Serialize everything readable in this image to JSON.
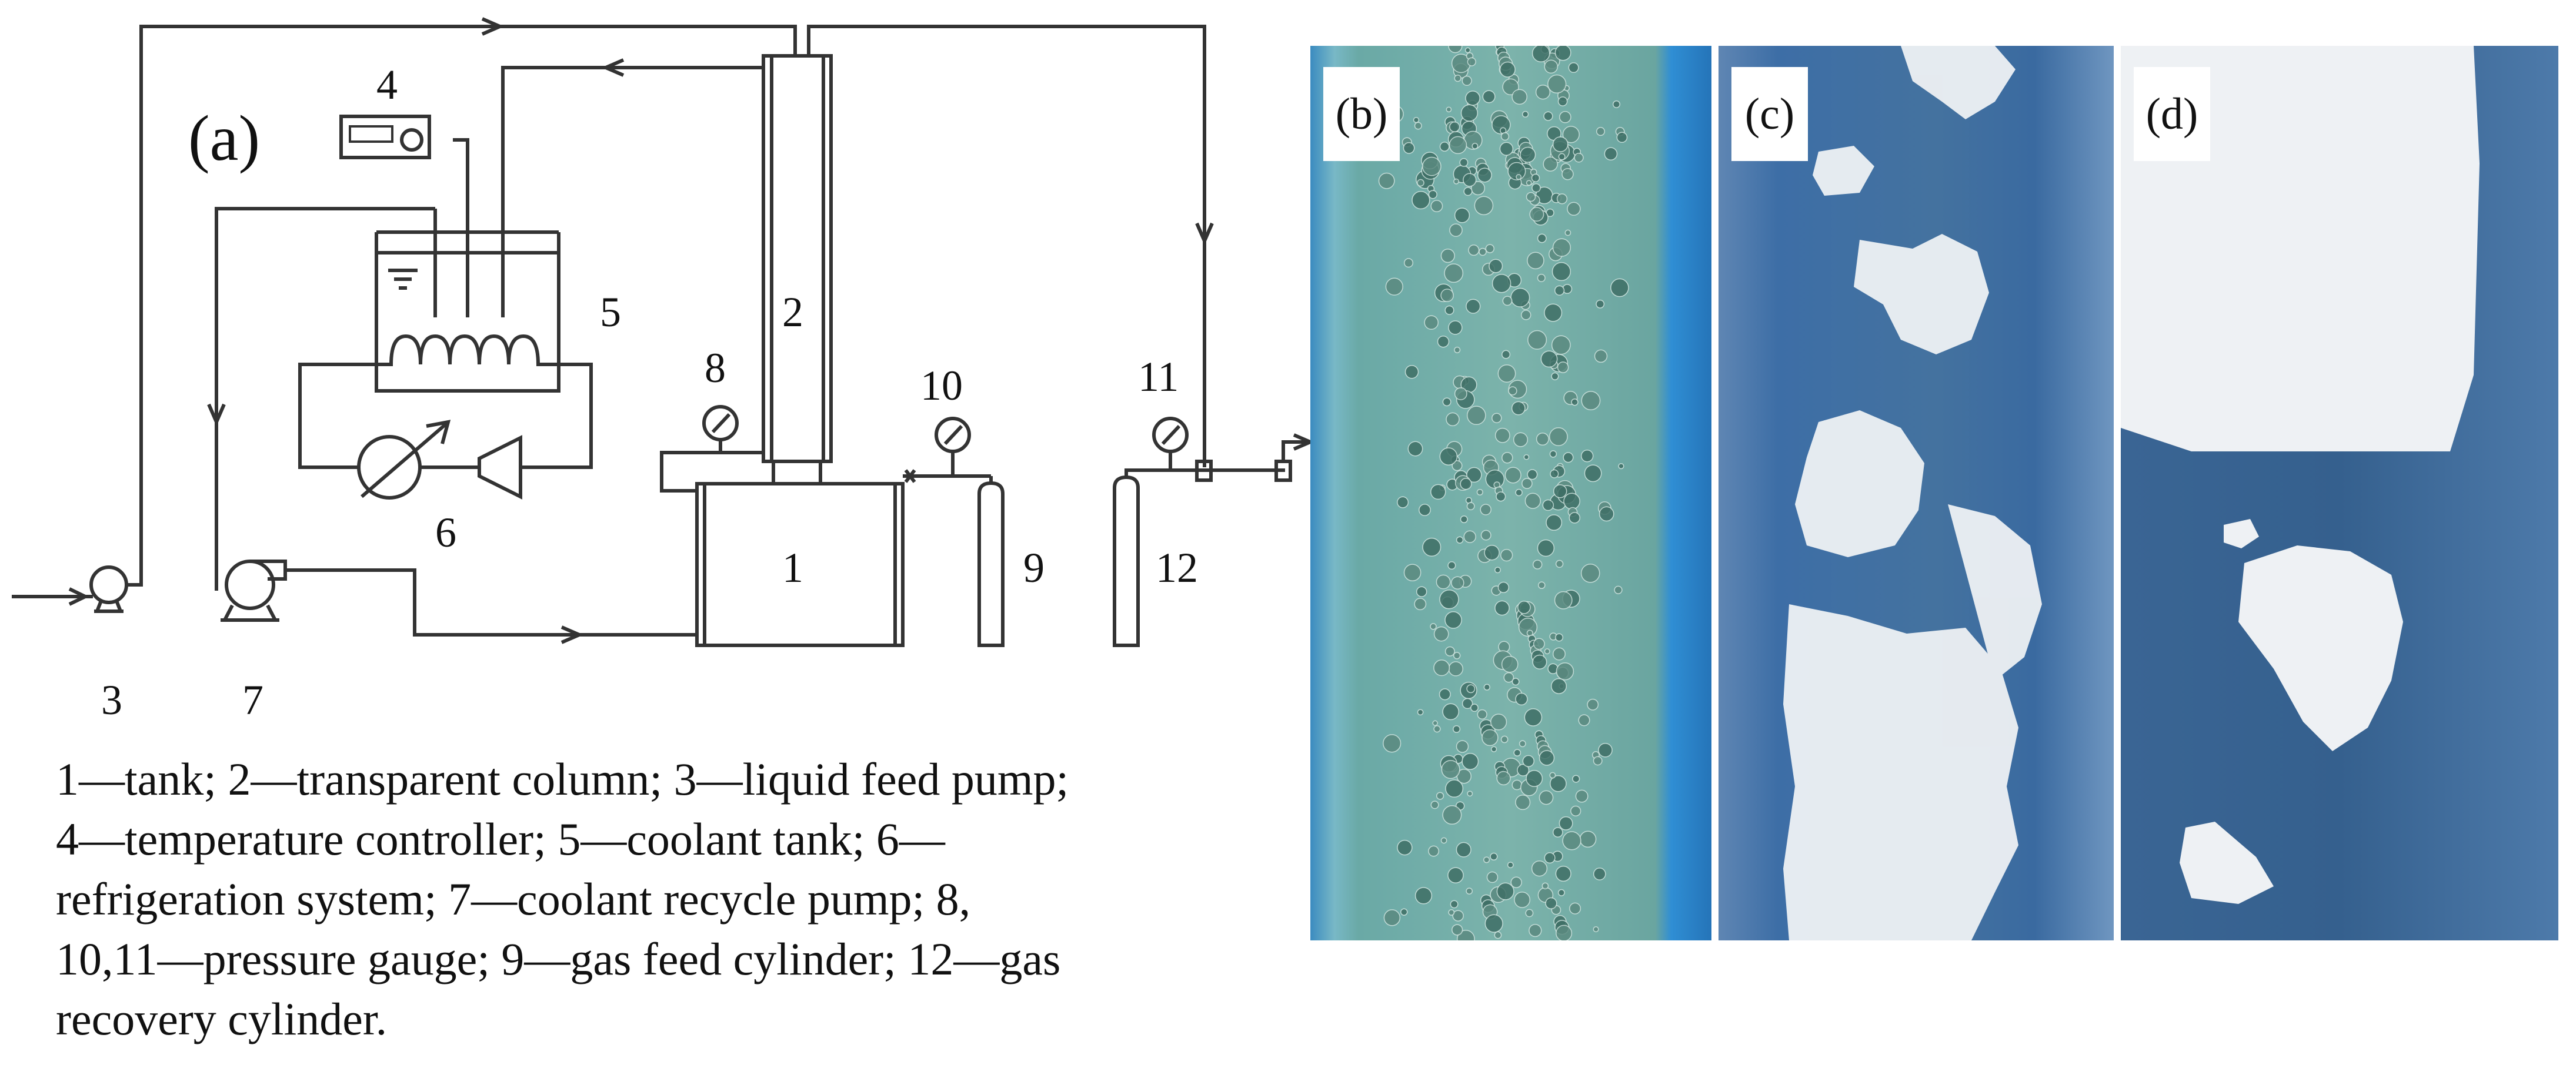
{
  "panel_a": {
    "label": "(a)",
    "component_numbers": [
      "1",
      "2",
      "3",
      "4",
      "5",
      "6",
      "7",
      "8",
      "9",
      "10",
      "11",
      "12"
    ],
    "caption_lines": [
      "1—tank; 2—transparent column; 3—liquid feed pump;",
      "4—temperature controller; 5—coolant tank; 6—",
      "refrigeration system; 7—coolant recycle pump; 8,",
      "10,11—pressure gauge; 9—gas feed cylinder; 12—gas",
      "recovery cylinder."
    ]
  },
  "photos": [
    {
      "label": "(b)",
      "content": "bubbles"
    },
    {
      "label": "(c)",
      "content": "hydrate flakes"
    },
    {
      "label": "(d)",
      "content": "hydrate plug"
    }
  ],
  "colors": {
    "line": "#333333",
    "photo_b_bg": "#5fa2a4",
    "photo_blue": "#3f74a8",
    "hydrate_white": "#eef1f4"
  }
}
